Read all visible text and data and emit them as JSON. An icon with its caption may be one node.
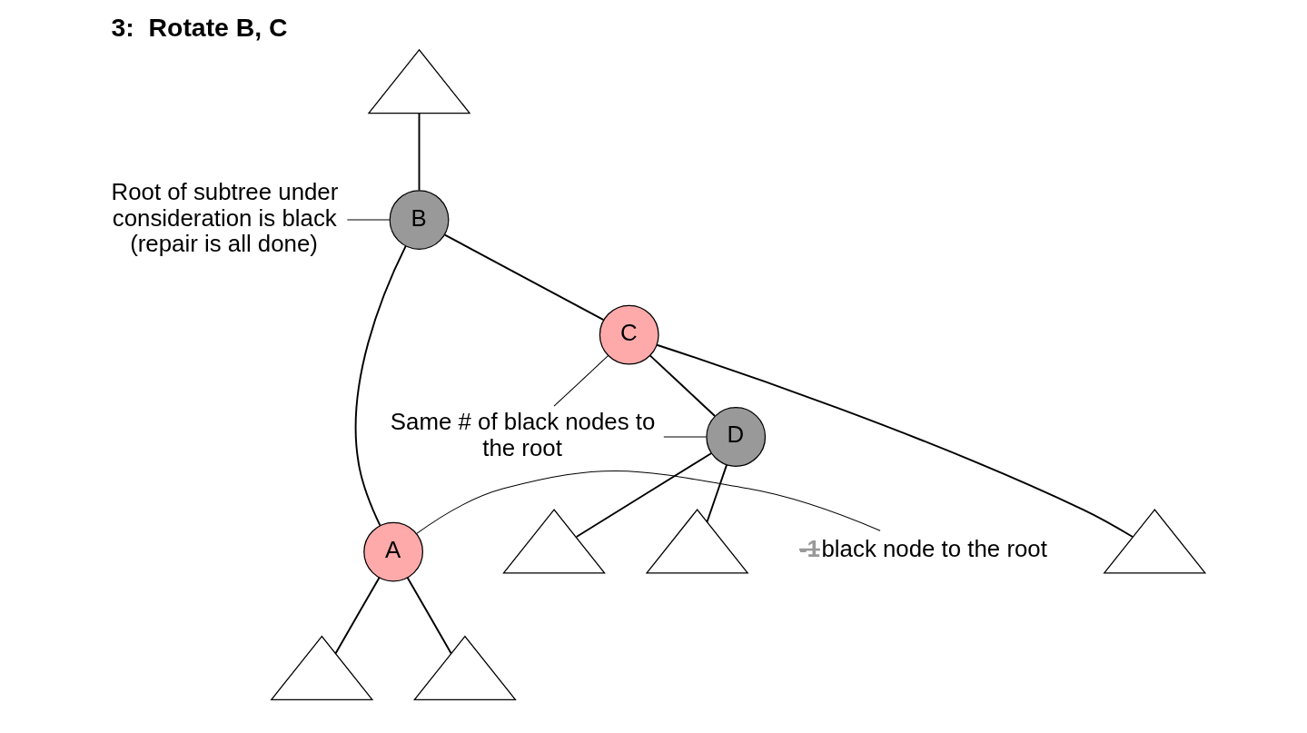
{
  "diagram": {
    "title": "3:  Rotate B, C",
    "nodes": [
      {
        "text": [],
        "shape": "triangle"
      },
      {
        "text": [
          "Root of subtree under consideration is black (repair is all done)"
        ]
      },
      {
        "text": [
          "B"
        ]
      },
      {
        "text": [
          "C"
        ]
      },
      {
        "text": [
          "Same # of black nodes to the root"
        ]
      },
      {
        "text": [
          "D"
        ]
      },
      {
        "text": [
          "-1",
          "black node to the root"
        ]
      },
      {
        "text": [
          "A"
        ]
      },
      {
        "text": [],
        "shape": "triangle"
      },
      {
        "text": [],
        "shape": "triangle"
      },
      {
        "text": [],
        "shape": "triangle"
      },
      {
        "text": [],
        "shape": "triangle"
      },
      {
        "text": [],
        "shape": "triangle"
      }
    ],
    "edges": [
      {
        "from": 0,
        "to": 2,
        "arrow": "none"
      },
      {
        "from": 1,
        "to": 2,
        "arrow": "none"
      },
      {
        "from": 2,
        "to": 3,
        "arrow": "none"
      },
      {
        "from": 2,
        "to": 7,
        "arrow": "none"
      },
      {
        "from": 4,
        "to": 3,
        "arrow": "none"
      },
      {
        "from": 4,
        "to": 5,
        "arrow": "none"
      },
      {
        "from": 3,
        "to": 5,
        "arrow": "none"
      },
      {
        "from": 3,
        "to": 8,
        "arrow": "none"
      },
      {
        "from": 5,
        "to": 9,
        "arrow": "none"
      },
      {
        "from": 5,
        "to": 10,
        "arrow": "none"
      },
      {
        "from": 6,
        "to": 7,
        "arrow": "none"
      },
      {
        "from": 7,
        "to": 11,
        "arrow": "none"
      },
      {
        "from": 7,
        "to": 12,
        "arrow": "none"
      }
    ]
  }
}
